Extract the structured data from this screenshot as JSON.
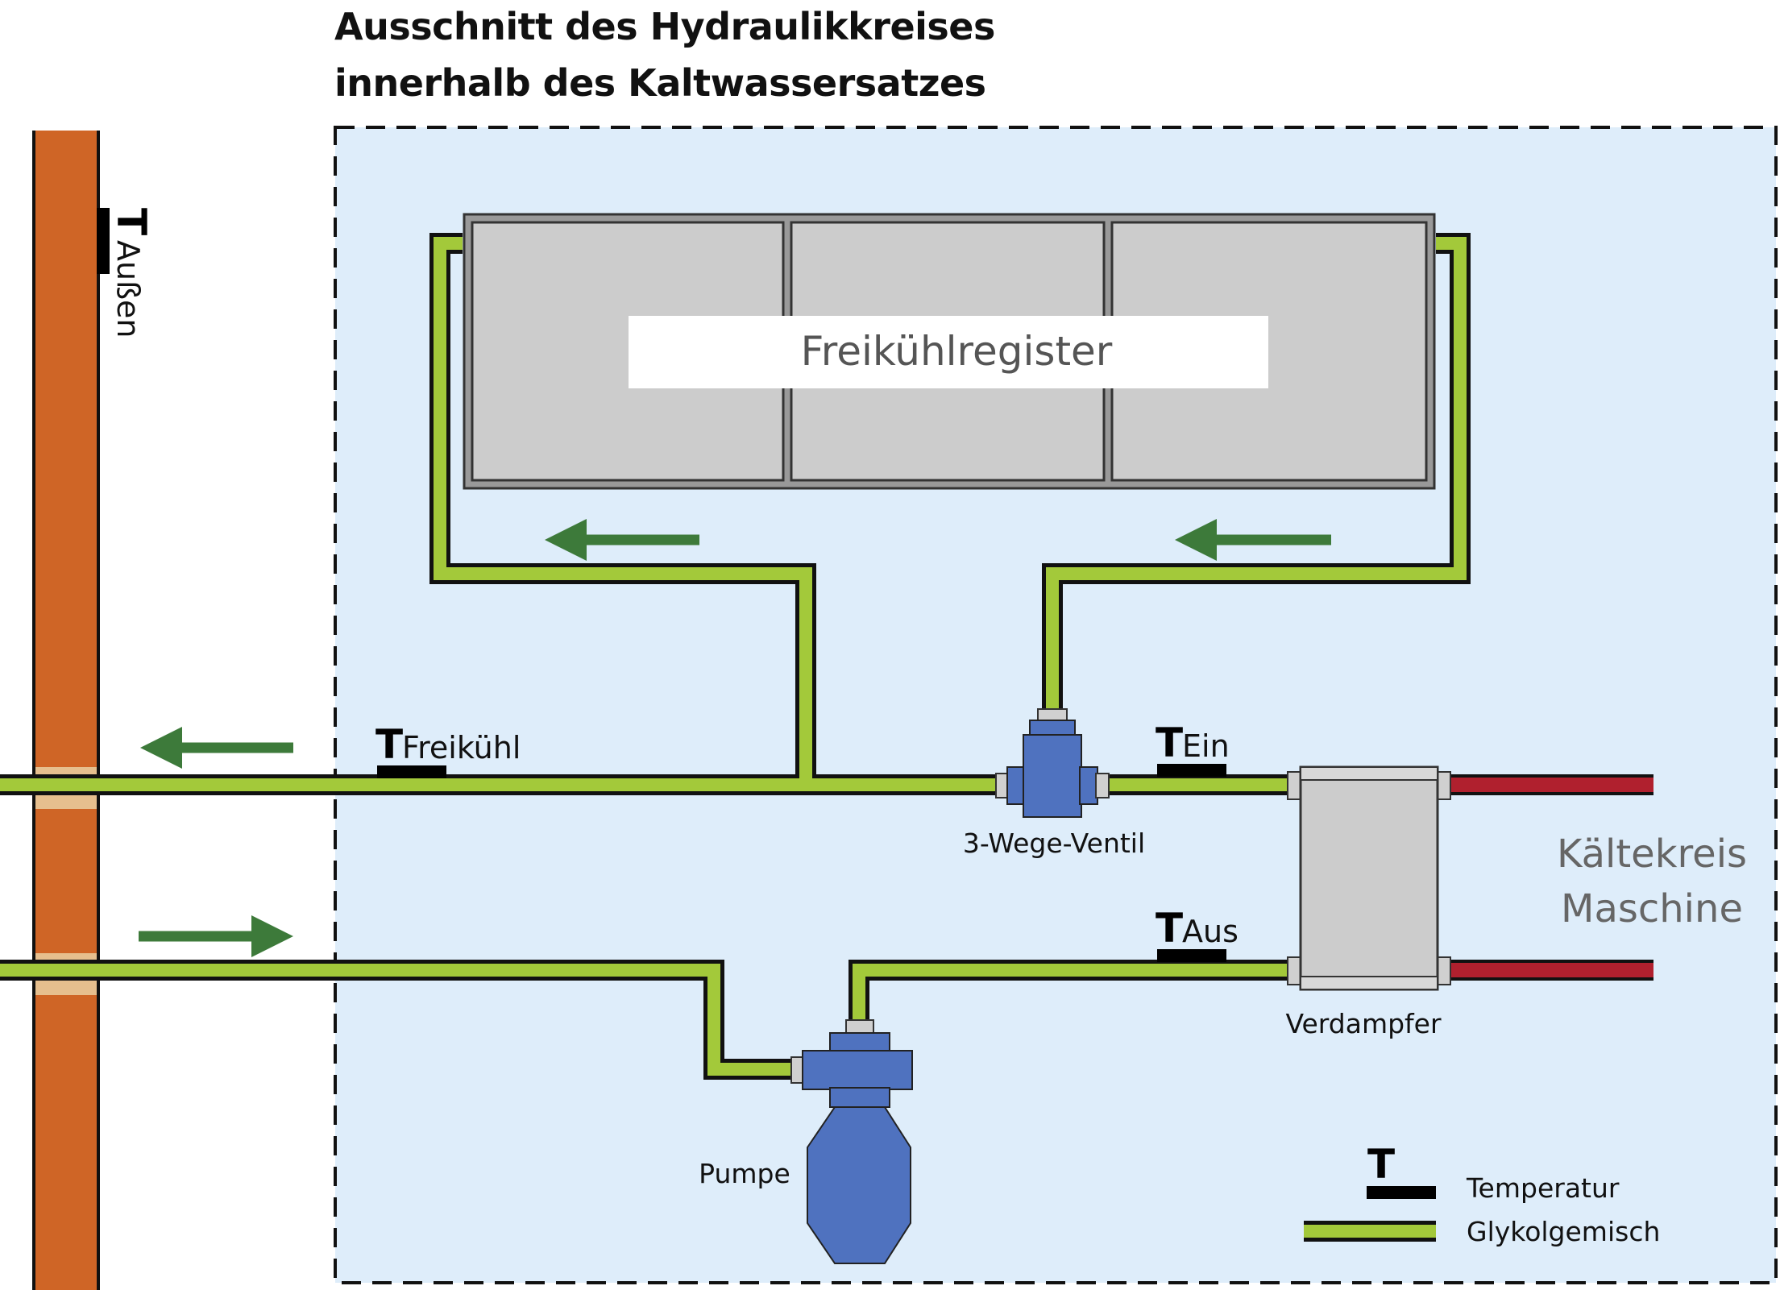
{
  "title": {
    "line1": "Ausschnitt des Hydraulikkreises",
    "line2": "innerhalb des Kaltwassersatzes"
  },
  "labels": {
    "register": "Freikühlregister",
    "valve": "3-Wege-Ventil",
    "pump": "Pumpe",
    "evaporator": "Verdampfer",
    "refrigeration_circuit_line1": "Kältekreis",
    "refrigeration_circuit_line2": "Maschine"
  },
  "sensors": {
    "symbol": "T",
    "outside": "Außen",
    "freecool": "Freikühl",
    "inlet": "Ein",
    "outlet": "Aus"
  },
  "legend": {
    "temperature": "Temperatur",
    "glycol": "Glykolgemisch"
  },
  "colors": {
    "enclosure_fill": "#deedfa",
    "pipe_glycol": "#a3c93a",
    "pipe_refrigerant": "#b0202e",
    "component_blue": "#4f72bf",
    "register_grey": "#cccccc",
    "wall": "#cf6526",
    "arrow": "#3d7a3a"
  }
}
